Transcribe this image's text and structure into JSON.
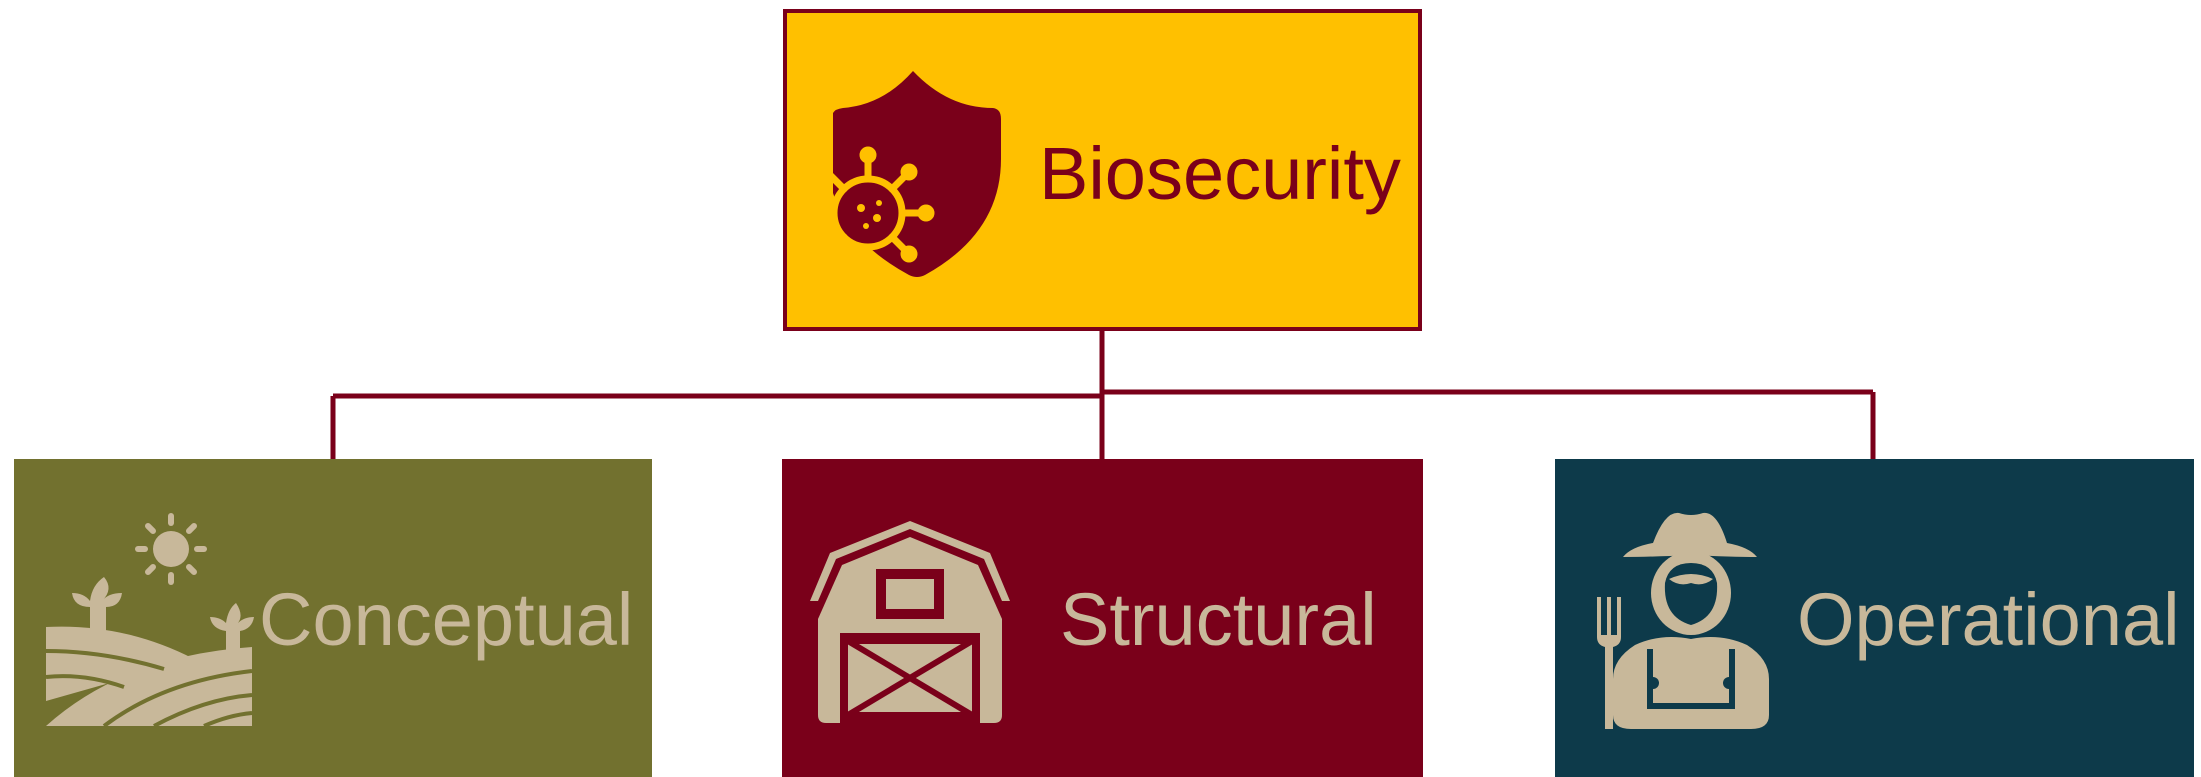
{
  "colors": {
    "line": "#7a001a",
    "root_fill": "#ffc000",
    "root_text": "#7a001a",
    "icon_light": "#c8b89a",
    "conceptual_fill": "#72712f",
    "structural_fill": "#7a001a",
    "operational_fill": "#0d3a4a"
  },
  "root": {
    "label": "Biosecurity",
    "icon": "shield-virus-icon"
  },
  "children": [
    {
      "label": "Conceptual",
      "icon": "farm-landscape-icon"
    },
    {
      "label": "Structural",
      "icon": "barn-icon"
    },
    {
      "label": "Operational",
      "icon": "farmer-icon"
    }
  ]
}
